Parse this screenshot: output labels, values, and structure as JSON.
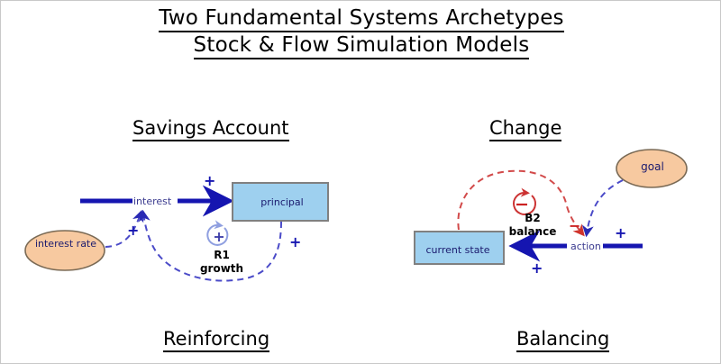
{
  "title": {
    "line1": "Two Fundamental Systems Archetypes",
    "line2": "Stock & Flow Simulation Models"
  },
  "diagrams": {
    "left": {
      "heading": "Savings Account",
      "footer": "Reinforcing",
      "stock": "principal",
      "flow": "interest",
      "converter": "interest rate",
      "loop_id": "R1",
      "loop_name": "growth",
      "loop_polarity": "+",
      "polarities": [
        "+",
        "+",
        "+"
      ]
    },
    "right": {
      "heading": "Change",
      "footer": "Balancing",
      "stock": "current state",
      "flow": "action",
      "converter": "goal",
      "loop_id": "B2",
      "loop_name": "balance",
      "loop_polarity": "−",
      "polarities": [
        "+",
        "−",
        "+"
      ]
    }
  },
  "colors": {
    "stock_fill": "#9ed0ef",
    "stock_border": "#808080",
    "converter_fill": "#f7c9a0",
    "converter_border": "#7a6a55",
    "flow_blue": "#1515b0",
    "link_blue": "#4a4ac8",
    "link_red": "#d24a4a",
    "loop_red": "#cc3333",
    "loop_blue": "#8f9fe0",
    "text_dark": "#000000",
    "background": "#ffffff"
  },
  "icons": {
    "reinforcing_loop": "circular-arrow-plus-icon",
    "balancing_loop": "circular-arrow-minus-icon"
  }
}
